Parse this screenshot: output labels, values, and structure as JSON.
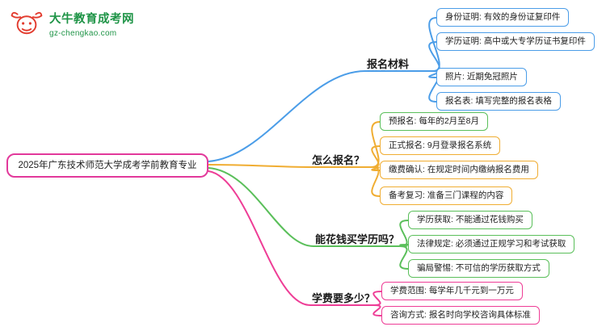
{
  "logo": {
    "title": "大牛教育成考网",
    "url": "gz-chengkao.com",
    "icon": "bull-icon",
    "red": "#e23b2e",
    "green": "#1f9447"
  },
  "root": {
    "label": "2025年广东技术师范大学成考学前教育专业",
    "color": "#e2399b"
  },
  "branches": [
    {
      "label": "报名材料",
      "color": "#4b9de8",
      "children": [
        {
          "label": "身份证明: 有效的身份证复印件",
          "color": "#4b9de8"
        },
        {
          "label": "学历证明: 高中或大专学历证书复印件",
          "color": "#4b9de8"
        },
        {
          "label": "照片: 近期免冠照片",
          "color": "#4b9de8"
        },
        {
          "label": "报名表: 填写完整的报名表格",
          "color": "#4b9de8"
        }
      ]
    },
    {
      "label": "怎么报名？",
      "color": "#f0ad32",
      "children": [
        {
          "label": "预报名: 每年的2月至8月",
          "color": "#5abf5a"
        },
        {
          "label": "正式报名: 9月登录报名系统",
          "color": "#f0ad32"
        },
        {
          "label": "缴费确认: 在规定时间内缴纳报名费用",
          "color": "#f0ad32"
        },
        {
          "label": "备考复习: 准备三门课程的内容",
          "color": "#f0ad32"
        }
      ]
    },
    {
      "label": "能花钱买学历吗？",
      "color": "#5abf5a",
      "children": [
        {
          "label": "学历获取: 不能通过花钱购买",
          "color": "#5abf5a"
        },
        {
          "label": "法律规定: 必须通过正规学习和考试获取",
          "color": "#5abf5a"
        },
        {
          "label": "骗局警惕: 不可信的学历获取方式",
          "color": "#5abf5a"
        }
      ]
    },
    {
      "label": "学费要多少？",
      "color": "#ee3d96",
      "children": [
        {
          "label": "学费范围: 每学年几千元到一万元",
          "color": "#ee3d96"
        },
        {
          "label": "咨询方式: 报名时向学校咨询具体标准",
          "color": "#ee3d96"
        }
      ]
    }
  ]
}
